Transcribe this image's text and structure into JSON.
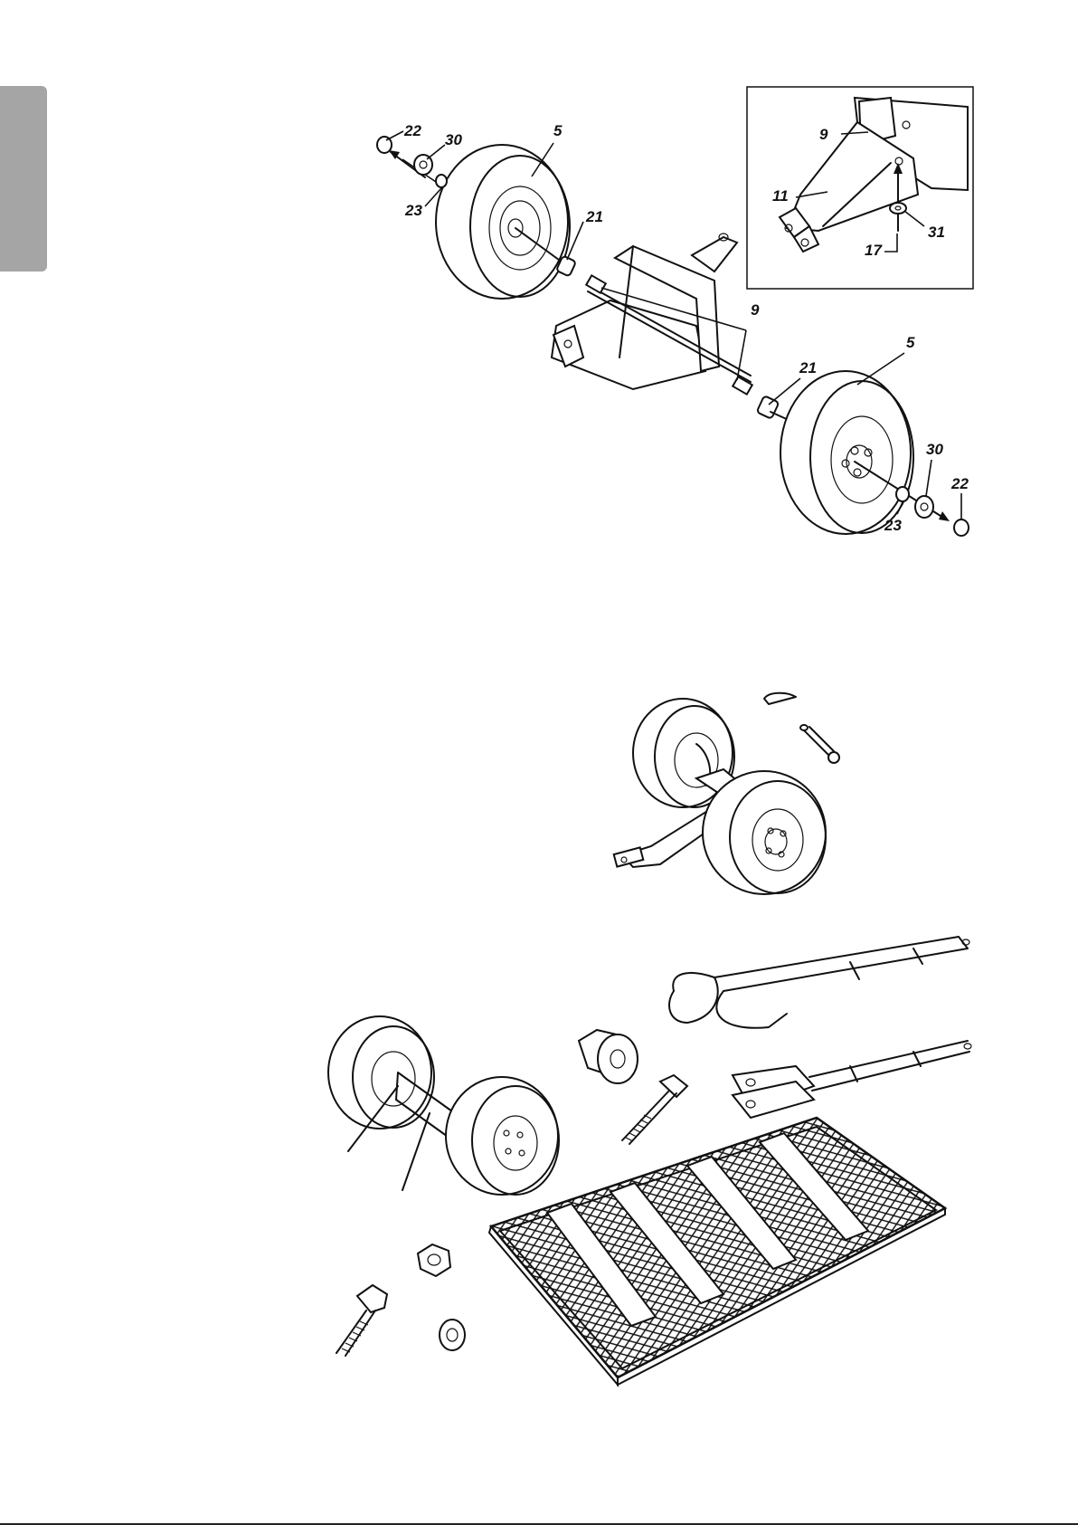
{
  "figure_top": {
    "callouts": [
      {
        "id": "c22a",
        "text": "22"
      },
      {
        "id": "c30a",
        "text": "30"
      },
      {
        "id": "c23a",
        "text": "23"
      },
      {
        "id": "c5a",
        "text": "5"
      },
      {
        "id": "c21a",
        "text": "21"
      },
      {
        "id": "c9a",
        "text": "9"
      },
      {
        "id": "c5b",
        "text": "5"
      },
      {
        "id": "c21b",
        "text": "21"
      },
      {
        "id": "c30b",
        "text": "30"
      },
      {
        "id": "c22b",
        "text": "22"
      },
      {
        "id": "c23b",
        "text": "23"
      }
    ]
  },
  "figure_inset": {
    "callouts": [
      {
        "id": "i9",
        "text": "9"
      },
      {
        "id": "i11",
        "text": "11"
      },
      {
        "id": "i31",
        "text": "31"
      },
      {
        "id": "i17",
        "text": "17"
      }
    ]
  }
}
